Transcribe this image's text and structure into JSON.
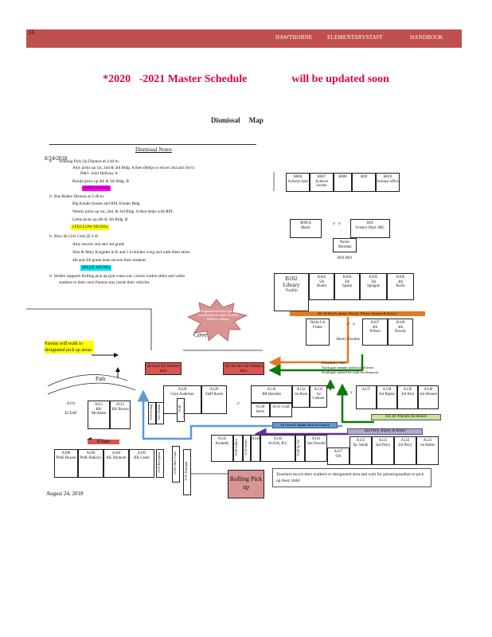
{
  "header": {
    "page_number": "24",
    "school": "HAWTHORNE",
    "staff": "ELEMENTARYSTAFF",
    "handbook": "HANDBOOK"
  },
  "schedule_title": "*2020   -2021 Master Schedule                will be updated soon",
  "map_title": "Dismissal     Map",
  "notes": {
    "title": "Dismissal Notes",
    "date_top": "8/24/2018",
    "walking_head": "Walking Pick Up Dismiss at 2:40 to:",
    "walking_1": "Amy picks up 1st, 2nd & 3rd Bldg. A then (Helps to escort 2nd and 3rd to",
    "walking_1b": "B&G club) Hallway A",
    "walking_2": "Ronda picks up 4th & 5th Bldg. B",
    "red_tag": "(RED SIGNS)",
    "bus_head": "Bus Riders Dismiss at 2:40 to:",
    "bus_1": "Big Kinder busses and RPL Kinder Bldg",
    "bus_2": "Wendy picks up 1st, 2nd, & 3rd Bldg. A then helps with RPL",
    "bus_3": "Lettie picks up 4th & 5th Bldg. B",
    "yellow_tag": "(YELLOW SIGNS)",
    "club_head": "Boys & Girls Club @ 2:45",
    "club_1": "Amy escorts 2nd and 3rd grade",
    "club_2": "Shin & Mary Kargides in K and 1 in Kinder wing and walk them down",
    "club_3": "4th and 5th grade team escorts their students",
    "blue_tag": "(BLUE SIGNS)",
    "holder": "Holder supports Rolling pick up (put cones out, carries walkie talkie and walks",
    "holder_b": "students to their cars) Parents stay inside their vehicles."
  },
  "map": {
    "rooms_b_top": [
      {
        "num": "B006",
        "name": "Achieve Jahs"
      },
      {
        "num": "B007",
        "name": "Achieve Jacobs"
      },
      {
        "num": "B008",
        "name": ""
      },
      {
        "num": "B09",
        "name": ""
      },
      {
        "num": "B010",
        "name": "Science office"
      }
    ],
    "b005a": {
      "num": "B005A",
      "name": "Music"
    },
    "b05": {
      "num": "B05",
      "name": "Science Dept. SRC"
    },
    "nurse": "Nurse/ Sherman",
    "b02_3": "B02  B03",
    "library": {
      "num": "B102",
      "name": "Library",
      "sub": "Trujillo"
    },
    "rooms_b_mid": [
      {
        "num": "B104",
        "grade": "5th",
        "name": "Spann"
      },
      {
        "num": "B105",
        "grade": "5th",
        "name": "Sprague"
      },
      {
        "num": "B106",
        "grade": "4th",
        "name": "Kortz"
      },
      {
        "num": "B103",
        "grade": "5th",
        "name": "Booth"
      }
    ],
    "orange_label": "4th 5th Booth, Spann, Dowdy, Wilson, Sprague & Kortz 2",
    "north_la": "North LA Fisher",
    "b107": {
      "num": "B107",
      "grade": "4th",
      "name": "Wilson"
    },
    "b108": {
      "num": "B108",
      "grade": "4th",
      "name": "Dowdy"
    },
    "b_staff": "Sherry Escalee",
    "starburst": "Designated teachers (per gr. Level) need to walk out with Walkers siblings",
    "cove": "Cove",
    "parents_note": "Parents will walk to designated pick up areas.",
    "red_walkers_1": "2nd and 3rd Walkers here",
    "red_walkers_2": "5th 4th and 5th Walkers here",
    "elementary_note_1": "Elementary Gates",
    "elementary_note_2": "North gate remains locked at all times",
    "elementary_note_3": "South gate opened for walk out dismissal",
    "path": "Path",
    "rooms_a_main": [
      {
        "num": "A128",
        "name": "Gym Anderson"
      },
      {
        "num": "A129",
        "name": "Staff Room"
      },
      {
        "num": "A130",
        "name": "RR Hanchet"
      },
      {
        "num": "A132",
        "name": "1st Rose"
      },
      {
        "num": "A133",
        "name": "1st Cannon"
      },
      {
        "num": "A137",
        "name": ""
      },
      {
        "num": "A138",
        "name": "3rd Ripley"
      },
      {
        "num": "A139",
        "name": "3rd Kim"
      },
      {
        "num": "A140",
        "name": "3rd Honore"
      }
    ],
    "a130_sub": "A130 Steve",
    "a131": "A131 Conf",
    "green_label": "3rd 2B Williams & Honore",
    "blue_label": "1st Ozwald, Spann, Rose & Cannon",
    "purple_label": "2nd Perry, Ripley & Bolter",
    "left_rooms": [
      {
        "num": "A110",
        "name": "ECEAP"
      },
      {
        "num": "A111",
        "name": "KK McAdam"
      },
      {
        "num": "A112",
        "name": "KK Brown"
      }
    ],
    "kinder_tag": "Kinder",
    "kinder_rooms": [
      {
        "num": "A108",
        "name": "PreK Bowen"
      },
      {
        "num": "A106",
        "name": "PreK Halkovy"
      },
      {
        "num": "A104",
        "name": "KK Dalmore"
      },
      {
        "num": "A102",
        "name": "KK Canik"
      }
    ],
    "rooms_a_lower": [
      {
        "num": "A145",
        "name": "KinderK"
      },
      {
        "num": "A144",
        "name": ""
      },
      {
        "num": "A143",
        "name": "A143A, B,C"
      },
      {
        "num": "A141",
        "name": "2nd Ozwald"
      },
      {
        "num": "A127",
        "name": "OA"
      }
    ],
    "rooms_a_right": [
      {
        "num": "A125",
        "name": "Sp. Smith"
      },
      {
        "num": "A121",
        "name": "2nd Perry"
      },
      {
        "num": "A122",
        "name": "3rd Perry"
      },
      {
        "num": "A123",
        "name": "1st Bolter"
      }
    ],
    "rolling": "Rolling Pick up",
    "teachers_note": "Teachers escort their walkers to designated area and wait for parent/guardian to pick up their child",
    "date_bottom": "August 24, 2018",
    "vertical_labels": {
      "a104": "A104 Ewing",
      "a115": "A115 Kinder",
      "a148": "A148 Gymnasium",
      "a100": "A100 Office Gina",
      "a101": "A101 Principal",
      "a103": "A103 Reception",
      "a146": "A146 Sp. Ed.",
      "a150": "A150 Smith",
      "a149": "A149 Gullick"
    }
  },
  "colors": {
    "header": "#c0504d",
    "title": "#e0004d",
    "red_sign": "#d9534f",
    "yellow_sign": "#ffff00",
    "blue_sign": "#00e5ee",
    "orange": "#e8781e",
    "green": "#0a7a0a",
    "blue_arrow": "#5b9bd5",
    "purple": "#6a2b9c",
    "lime_label": "#c7e59b",
    "lavender_label": "#b4a7d6",
    "rolling_box": "#d99594"
  }
}
